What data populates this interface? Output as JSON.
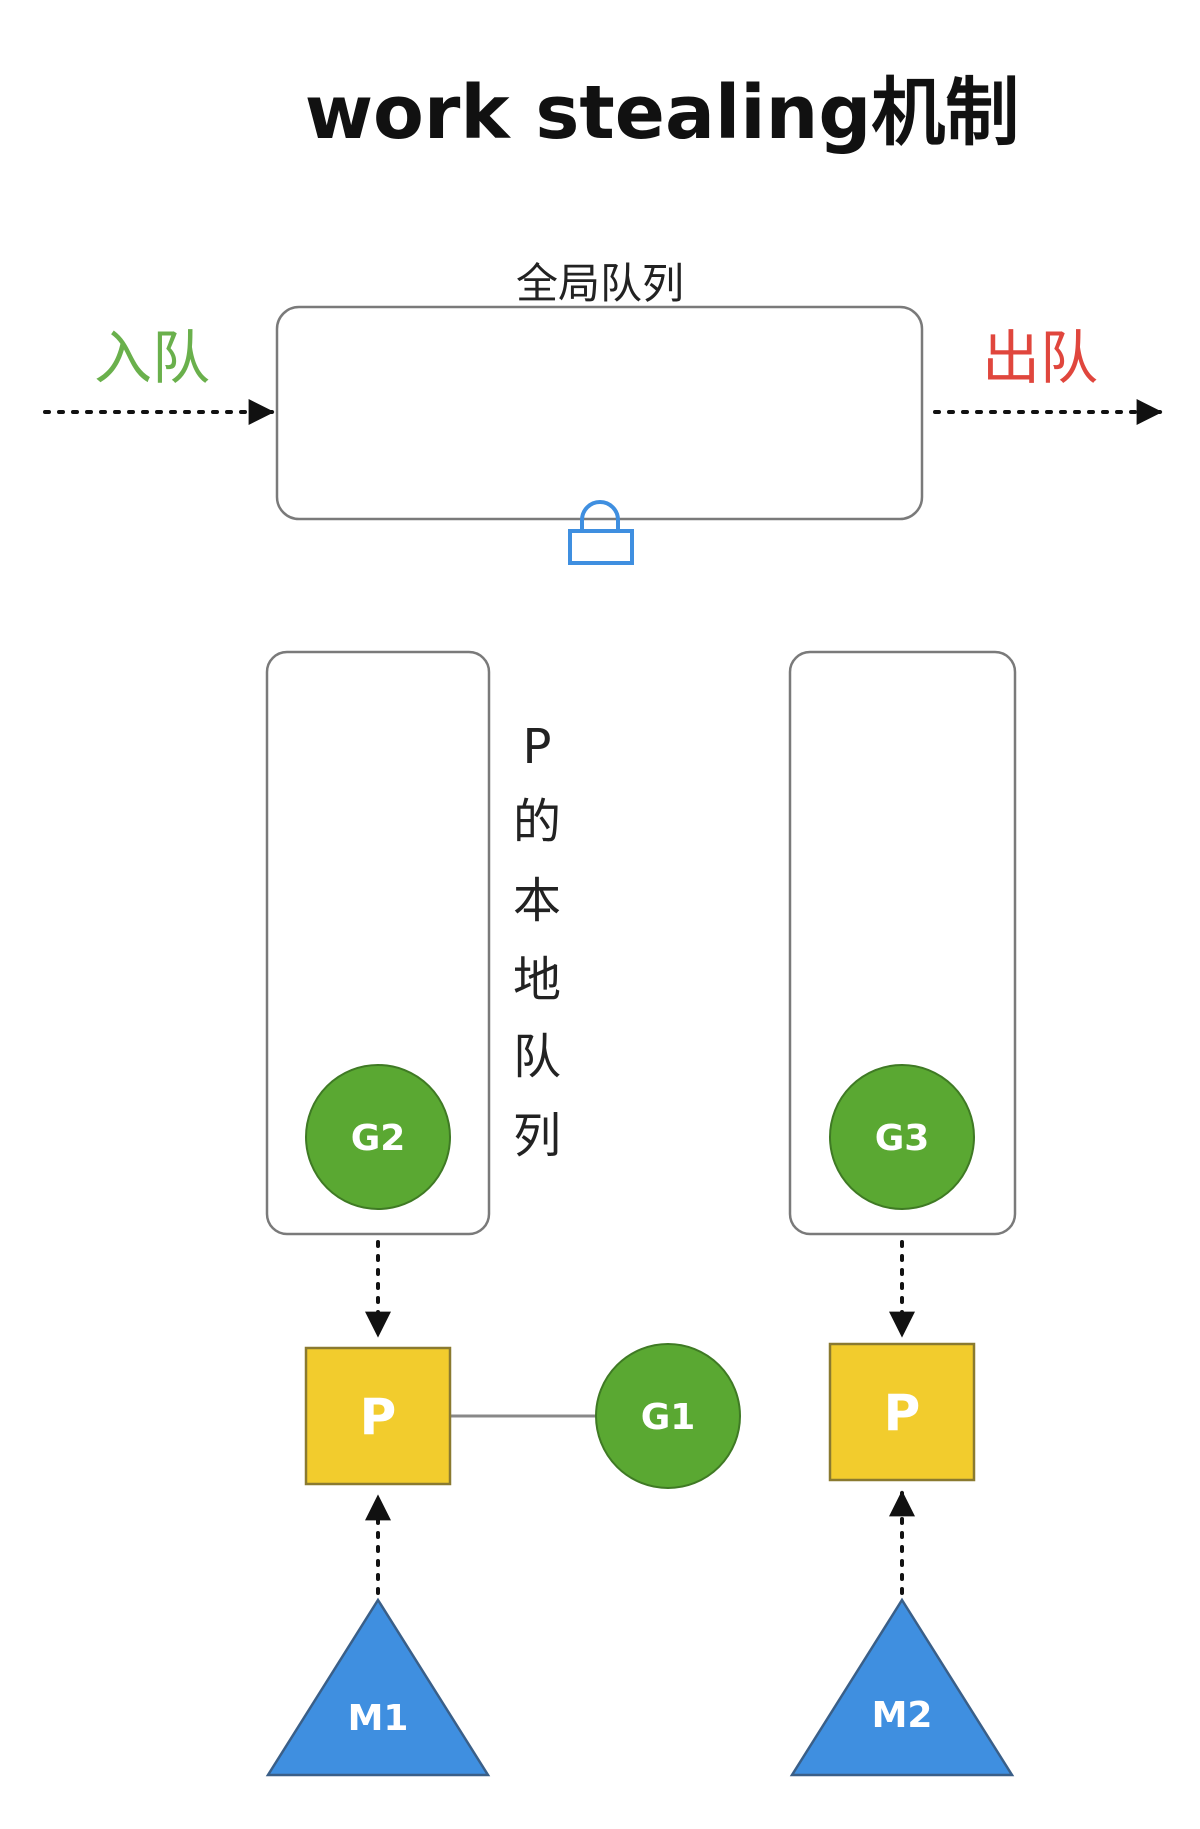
{
  "title": "work stealing机制",
  "global_queue": {
    "label": "全局队列"
  },
  "enqueue": {
    "label": "入队",
    "color": "#6ab04c"
  },
  "dequeue": {
    "label": "出队",
    "color": "#e0463d"
  },
  "local_queue_label": [
    "P",
    "的",
    "本",
    "地",
    "队",
    "列"
  ],
  "goroutines": {
    "g1": "G1",
    "g2": "G2",
    "g3": "G3"
  },
  "processors": {
    "p_left": "P",
    "p_right": "P"
  },
  "machines": {
    "m1": "M1",
    "m2": "M2"
  },
  "colors": {
    "goroutine_fill": "#5aa832",
    "processor_fill": "#f2cc2d",
    "machine_fill": "#3f8fe0",
    "lock": "#3f8fe0",
    "box_stroke": "#777777"
  },
  "icons": {
    "lock": "lock-icon"
  }
}
